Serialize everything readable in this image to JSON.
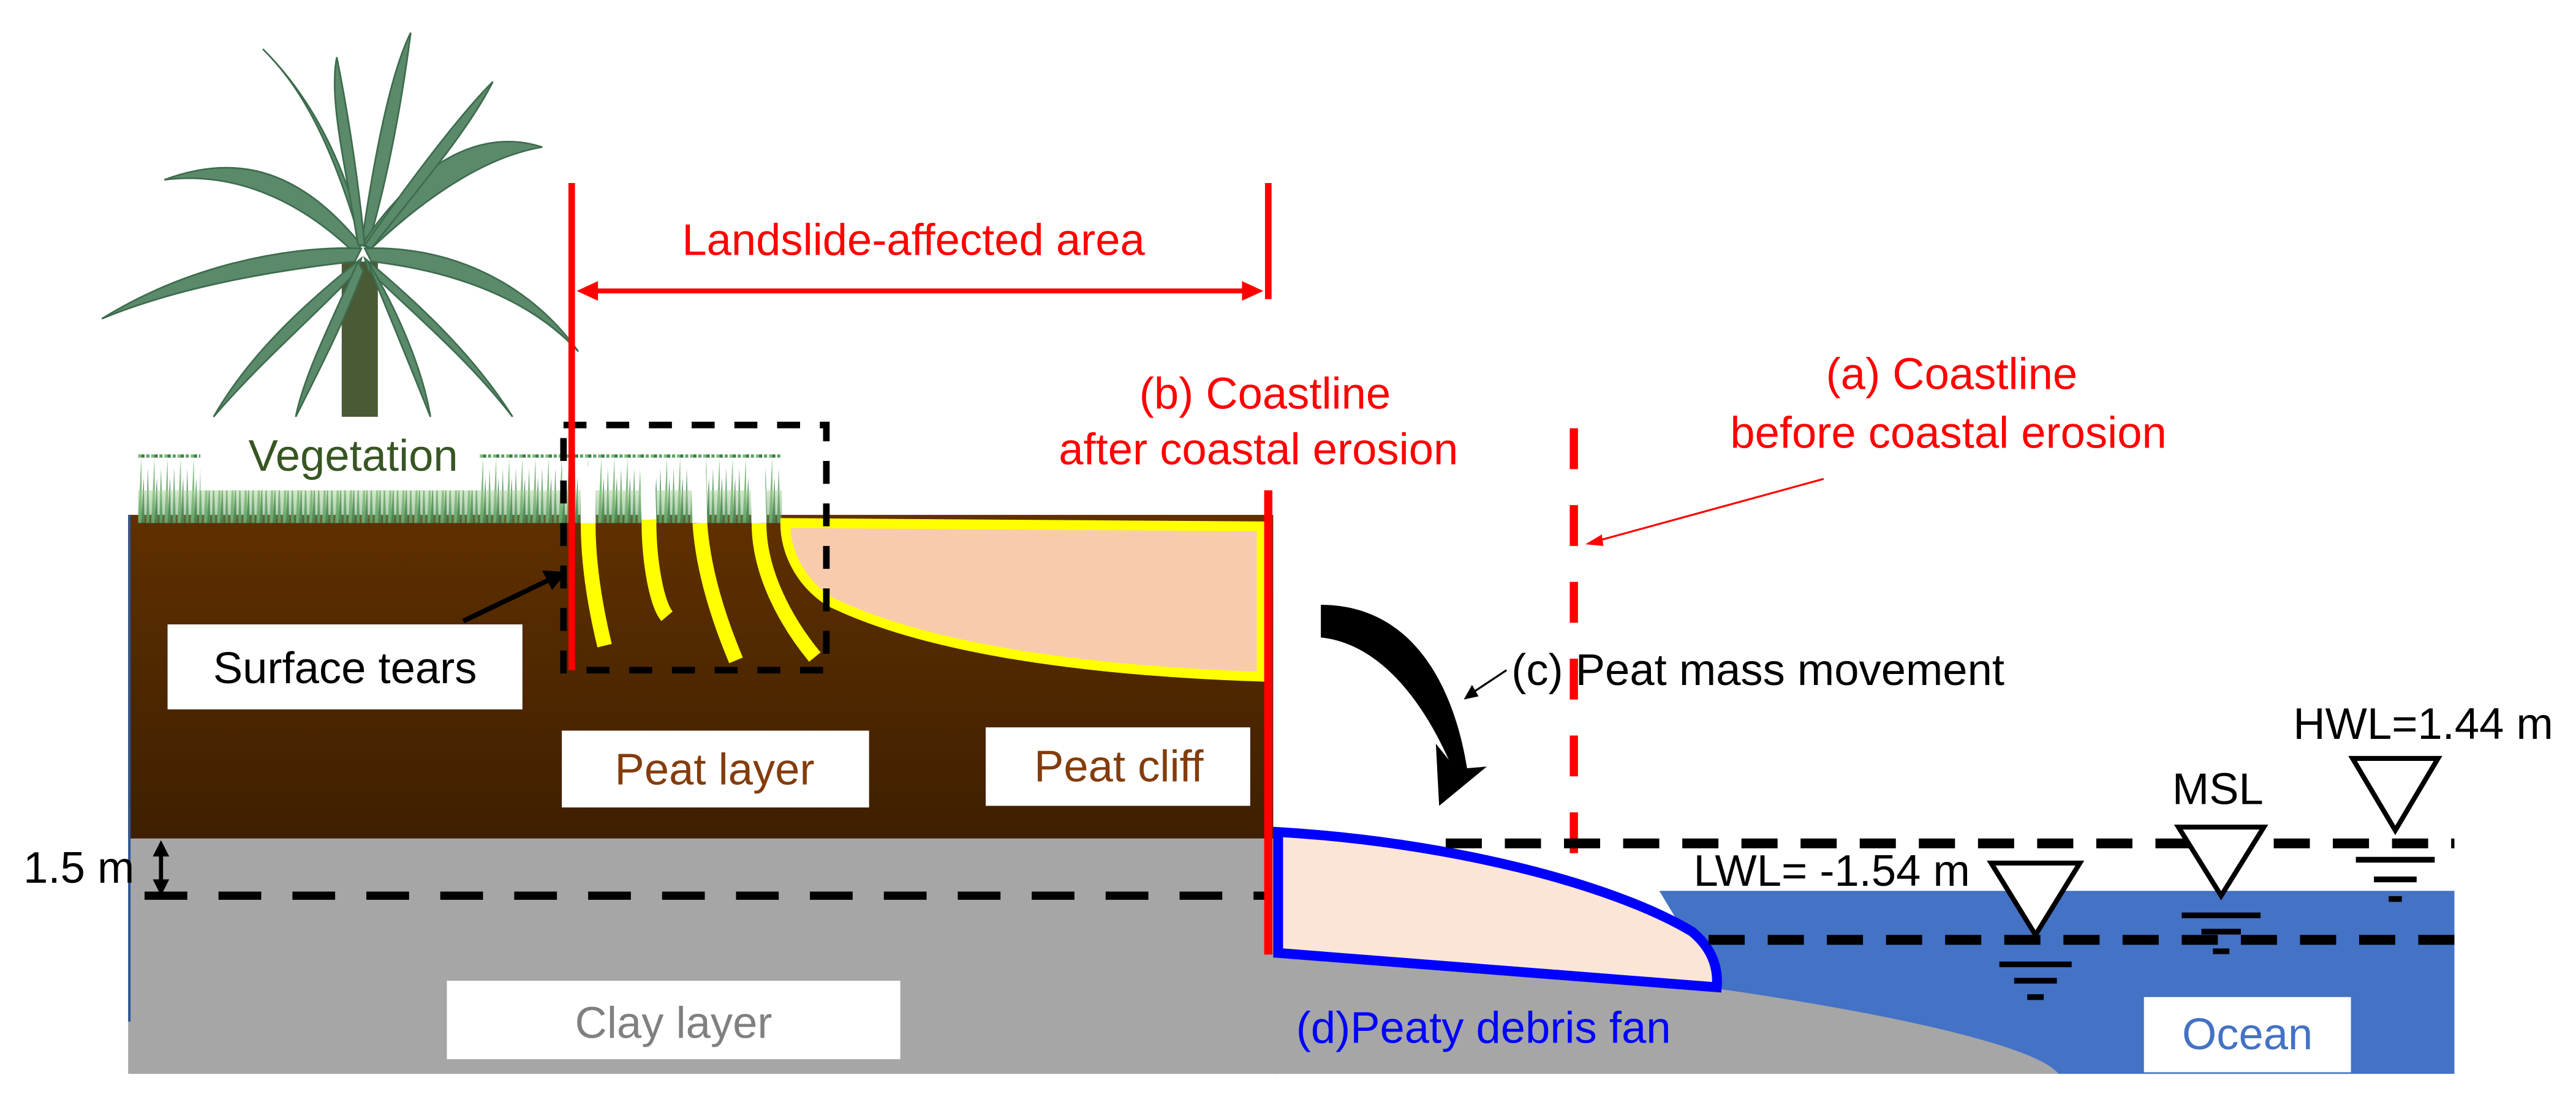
{
  "title": "Schematic of peat coastal cliff landslide and coastal erosion",
  "labels": {
    "landslide_area": "Landslide-affected area",
    "coastline_b_line1": "(b) Coastline",
    "coastline_b_line2": "after coastal erosion",
    "coastline_a_line1": "(a) Coastline",
    "coastline_a_line2": "before coastal erosion",
    "vegetation": "Vegetation",
    "surface_tears": "Surface tears",
    "peat_layer": "Peat layer",
    "peat_cliff": "Peat cliff",
    "peat_mass_movement": "(c) Peat mass movement",
    "hwl": "HWL=1.44 m",
    "msl": "MSL",
    "lwl": "LWL= -1.54 m",
    "depth": "1.5 m",
    "clay_layer": "Clay layer",
    "debris_fan": "(d)Peaty debris fan",
    "ocean": "Ocean"
  },
  "colors": {
    "peat_top": "#603000",
    "peat_bottom": "#3e1f00",
    "clay": "#a6a6a6",
    "ocean": "#4472c4",
    "slump_fill": "#f8cbad",
    "slump_outline": "#ffff00",
    "debris_fill": "#fbe5d6",
    "debris_outline": "#0000ff",
    "coastline_red": "#ff0000",
    "vegetation_text": "#375623",
    "peat_text": "#843c0c",
    "clay_text": "#808080",
    "debris_text": "#0000ff",
    "ocean_text": "#4472c4"
  },
  "water_levels": {
    "hwl_m": 1.44,
    "msl_m": 0,
    "lwl_m": -1.54
  },
  "depth_marker_m": 1.5
}
